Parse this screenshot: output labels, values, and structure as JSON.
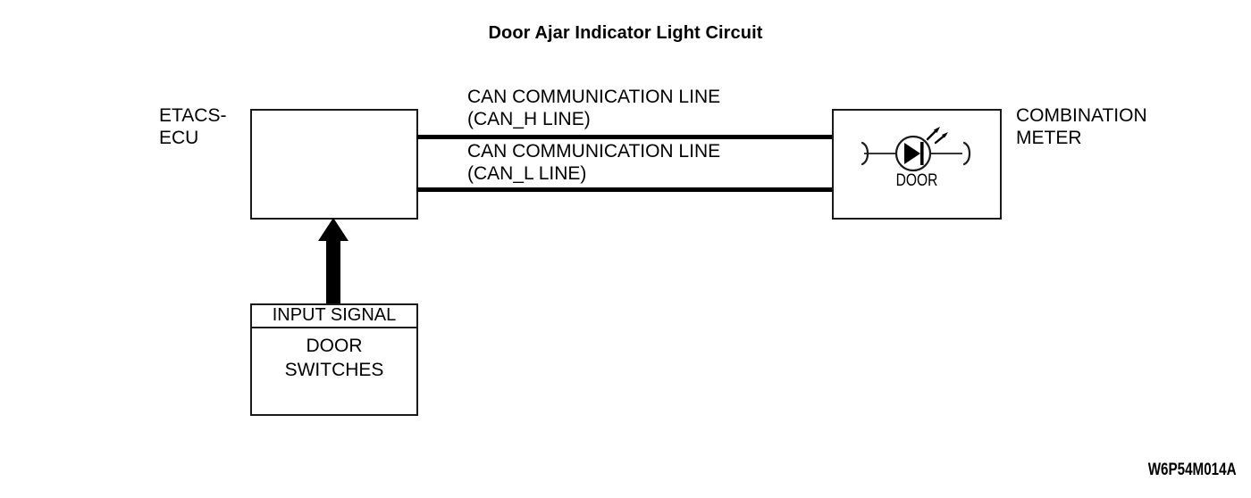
{
  "diagram": {
    "title": "Door Ajar Indicator Light Circuit",
    "part_code": "W6P54M014A",
    "colors": {
      "background": "#ffffff",
      "stroke": "#000000",
      "box_border": "#1a1a1a"
    },
    "blocks": {
      "ecu": {
        "label": "ETACS-\nECU"
      },
      "combination_meter": {
        "label": "COMBINATION\nMETER",
        "indicator_label": "DOOR",
        "indicator_icon": "led-lamp-icon"
      },
      "door_switches": {
        "header": "INPUT SIGNAL",
        "label": "DOOR\nSWITCHES"
      }
    },
    "connections": {
      "can_high": "CAN COMMUNICATION LINE\n(CAN_H LINE)",
      "can_low": "CAN COMMUNICATION LINE\n(CAN_L LINE)",
      "input_signal_arrow": "up-arrow-icon"
    }
  }
}
